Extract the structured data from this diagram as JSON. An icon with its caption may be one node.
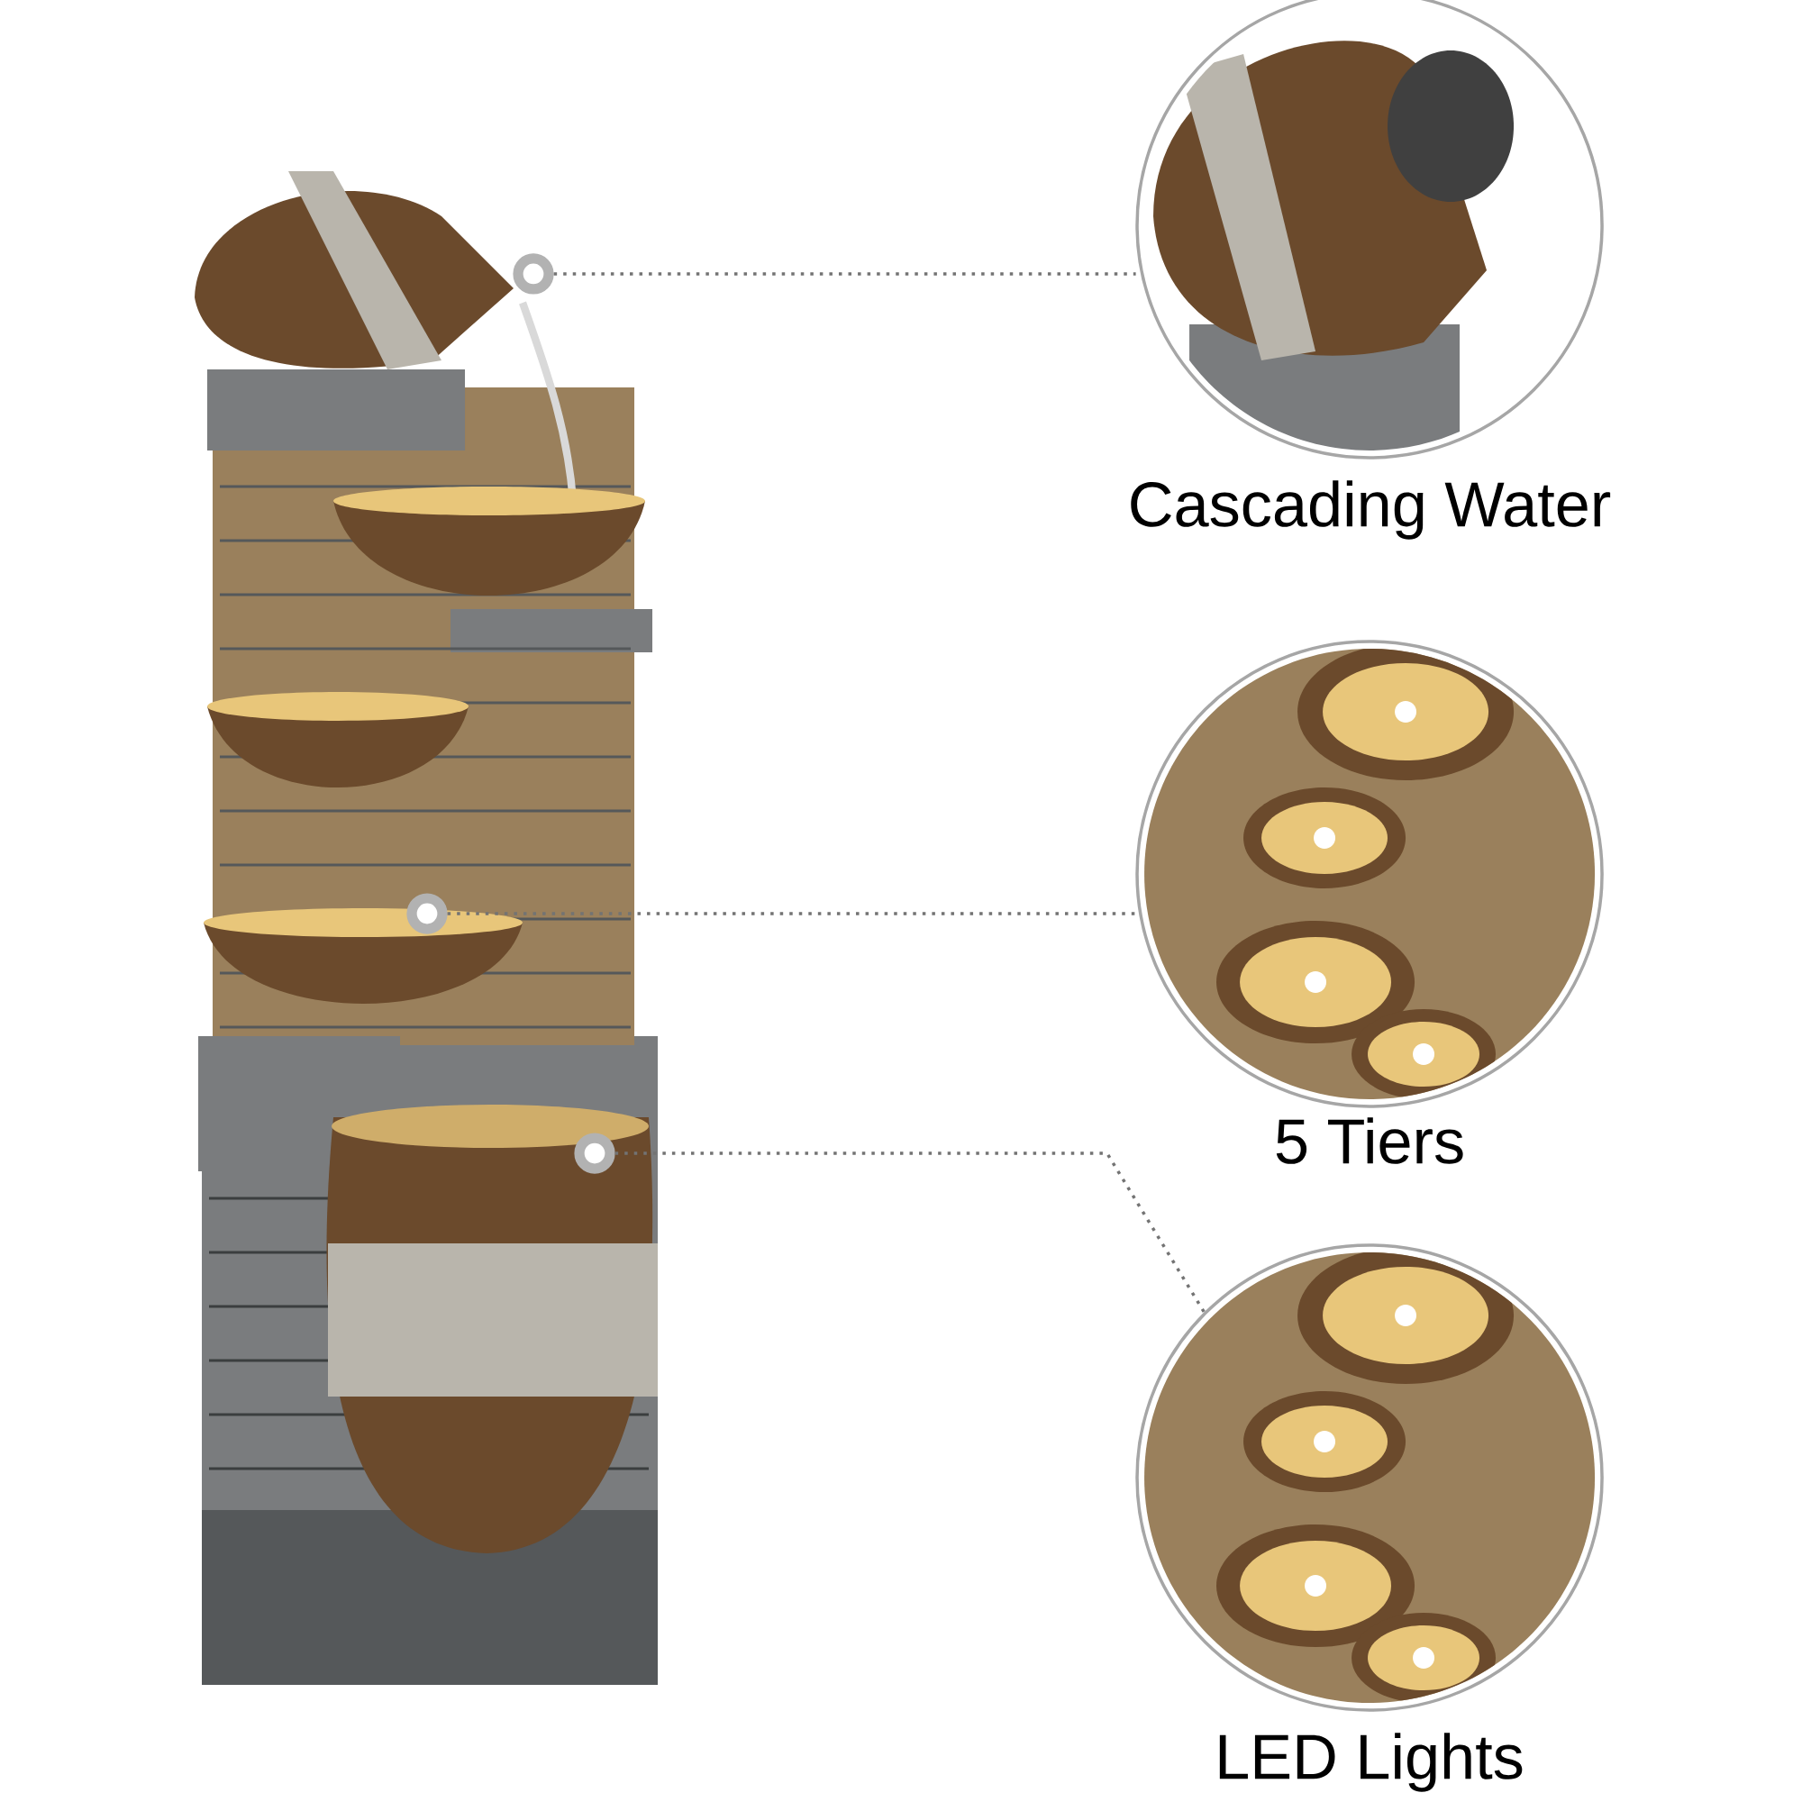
{
  "diagram": {
    "nodes": [
      {
        "text": [
          "Cascading Water"
        ]
      },
      {
        "text": [
          "5 Tiers"
        ]
      },
      {
        "text": [
          "LED Lights"
        ]
      },
      {
        "text": [],
        "shape": "circle"
      },
      {
        "text": [],
        "shape": "circle"
      },
      {
        "text": [],
        "shape": "circle"
      }
    ],
    "edges": [
      {
        "from": 3,
        "to": 0,
        "arrow": "none"
      },
      {
        "from": 4,
        "to": 1,
        "arrow": "none"
      },
      {
        "from": 5,
        "to": 2,
        "arrow": "none"
      }
    ]
  }
}
